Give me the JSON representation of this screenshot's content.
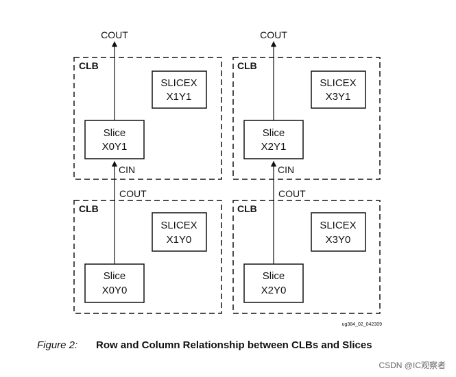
{
  "clbs": [
    {
      "label": "CLB",
      "slicex": {
        "line1": "SLICEX",
        "line2": "X1Y1"
      },
      "slice": {
        "line1": "Slice",
        "line2": "X0Y1"
      },
      "signal_out": "COUT",
      "signal_in": "CIN"
    },
    {
      "label": "CLB",
      "slicex": {
        "line1": "SLICEX",
        "line2": "X3Y1"
      },
      "slice": {
        "line1": "Slice",
        "line2": "X2Y1"
      },
      "signal_out": "COUT",
      "signal_in": "CIN"
    },
    {
      "label": "CLB",
      "slicex": {
        "line1": "SLICEX",
        "line2": "X1Y0"
      },
      "slice": {
        "line1": "Slice",
        "line2": "X0Y0"
      },
      "signal_out": "COUT"
    },
    {
      "label": "CLB",
      "slicex": {
        "line1": "SLICEX",
        "line2": "X3Y0"
      },
      "slice": {
        "line1": "Slice",
        "line2": "X2Y0"
      },
      "signal_out": "COUT"
    }
  ],
  "figure_code": "ug384_02_042309",
  "caption": {
    "number": "Figure 2:",
    "title": "Row and Column Relationship between CLBs and Slices"
  },
  "watermark": "CSDN @IC观察者",
  "colors": {
    "ink": "#111111",
    "background": "#ffffff",
    "watermark": "#666666"
  }
}
